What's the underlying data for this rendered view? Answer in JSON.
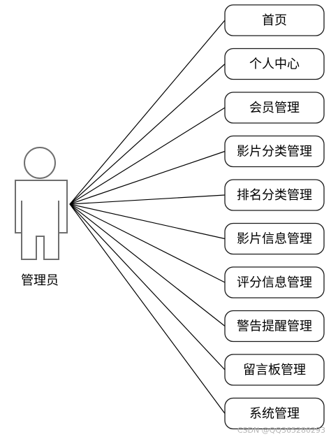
{
  "actor": {
    "label": "管理员"
  },
  "use_cases": [
    {
      "label": "首页"
    },
    {
      "label": "个人中心"
    },
    {
      "label": "会员管理"
    },
    {
      "label": "影片分类管理"
    },
    {
      "label": "排名分类管理"
    },
    {
      "label": "影片信息管理"
    },
    {
      "label": "评分信息管理"
    },
    {
      "label": "警告提醒管理"
    },
    {
      "label": "留言板管理"
    },
    {
      "label": "系统管理"
    }
  ],
  "watermark": "CSDN @QQ365280293"
}
